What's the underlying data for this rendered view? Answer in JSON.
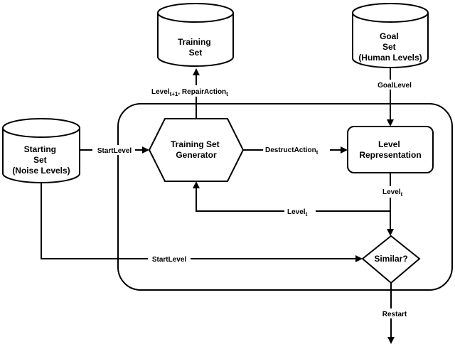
{
  "nodes": {
    "training_set": {
      "lines": [
        "Training",
        "Set"
      ]
    },
    "goal_set": {
      "lines": [
        "Goal",
        "Set",
        "(Human Levels)"
      ]
    },
    "starting_set": {
      "lines": [
        "Starting",
        "Set",
        "(Noise Levels)"
      ]
    },
    "generator": {
      "lines": [
        "Training Set",
        "Generator"
      ]
    },
    "level_representation": {
      "lines": [
        "Level",
        "Representation"
      ]
    },
    "similar": {
      "label": "Similar?"
    }
  },
  "edges": {
    "to_training": {
      "base": "Level",
      "sub": "t+1",
      "rest": ", RepairAction",
      "sub2": "t"
    },
    "goal_level": "GoalLevel",
    "start_level_top": "StartLevel",
    "destruct_action": {
      "base": "DestructAction",
      "sub": "t"
    },
    "level_out": {
      "base": "Level",
      "sub": "t"
    },
    "level_back": {
      "base": "Level",
      "sub": "t"
    },
    "start_level_bottom": "StartLevel",
    "restart": "Restart"
  },
  "colors": {
    "stroke": "#000000",
    "fill": "#ffffff",
    "background": "#ffffff"
  }
}
